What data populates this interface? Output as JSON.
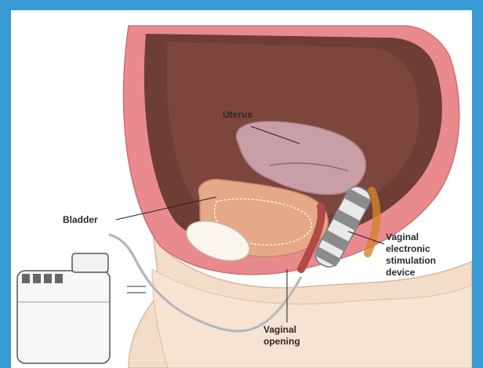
{
  "labels": {
    "uterus": "Uterus",
    "bladder": "Bladder",
    "device_line1": "Vaginal",
    "device_line2": "electronic",
    "device_line3": "stimulation",
    "device_line4": "device",
    "opening_line1": "Vaginal",
    "opening_line2": "opening"
  },
  "colors": {
    "frame": "#3a9ad4",
    "skin": "#f3dcc8",
    "pelvic_cavity": "#6e3d34",
    "tissue": "#e88a8e",
    "uterus": "#c99fa7",
    "bladder": "#e5a889",
    "device": "#8b8b8b"
  }
}
